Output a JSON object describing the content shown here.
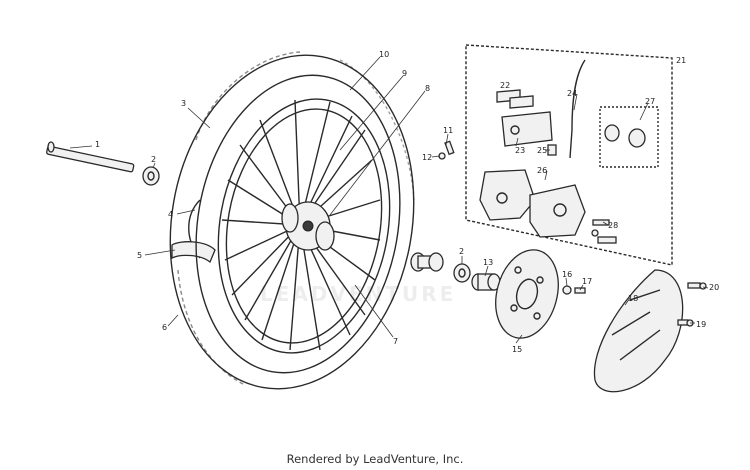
{
  "diagram": {
    "callouts": [
      {
        "id": "1",
        "label": "1"
      },
      {
        "id": "2a",
        "label": "2"
      },
      {
        "id": "2b",
        "label": "2"
      },
      {
        "id": "3",
        "label": "3"
      },
      {
        "id": "4",
        "label": "4"
      },
      {
        "id": "5",
        "label": "5"
      },
      {
        "id": "6",
        "label": "6"
      },
      {
        "id": "7",
        "label": "7"
      },
      {
        "id": "8",
        "label": "8"
      },
      {
        "id": "9",
        "label": "9"
      },
      {
        "id": "10",
        "label": "10"
      },
      {
        "id": "11",
        "label": "11"
      },
      {
        "id": "12",
        "label": "12"
      },
      {
        "id": "13",
        "label": "13"
      },
      {
        "id": "15",
        "label": "15"
      },
      {
        "id": "16",
        "label": "16"
      },
      {
        "id": "17",
        "label": "17"
      },
      {
        "id": "18",
        "label": "18"
      },
      {
        "id": "19",
        "label": "19"
      },
      {
        "id": "20",
        "label": "20"
      },
      {
        "id": "21",
        "label": "21"
      },
      {
        "id": "22",
        "label": "22"
      },
      {
        "id": "23",
        "label": "23"
      },
      {
        "id": "24",
        "label": "24"
      },
      {
        "id": "25",
        "label": "25"
      },
      {
        "id": "26",
        "label": "26"
      },
      {
        "id": "27",
        "label": "27"
      },
      {
        "id": "28",
        "label": "28"
      }
    ]
  },
  "watermark": "LEADVENTURE",
  "footer": "Rendered by LeadVenture, Inc."
}
